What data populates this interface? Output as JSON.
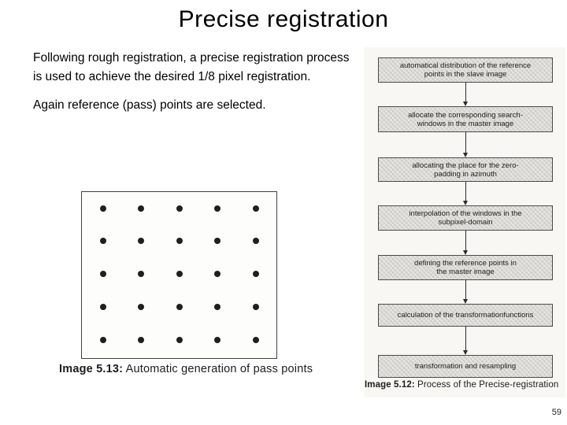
{
  "slide": {
    "title": "Precise registration",
    "page_number": "59"
  },
  "body": {
    "paragraph1": "Following rough registration, a precise registration process is used to achieve the desired 1/8 pixel registration.",
    "paragraph2": "Again reference (pass) points are selected."
  },
  "figure_pass_points": {
    "caption_label": "Image 5.13:",
    "caption_text": " Automatic generation of pass points",
    "grid": {
      "rows": 5,
      "cols": 5
    },
    "dot_color": "#1f1f1f"
  },
  "figure_flowchart": {
    "caption_label": "Image 5.12:",
    "caption_text": " Process of the Precise-registration",
    "box_fill": "#d8d7d2",
    "box_border": "#4a4a4a",
    "steps": [
      {
        "lines": [
          "automatical distribution of the reference",
          "points in the slave image"
        ]
      },
      {
        "lines": [
          "allocate the corresponding search-",
          "windows in the master image"
        ]
      },
      {
        "lines": [
          "allocating the place for the zero-",
          "padding in azimuth"
        ]
      },
      {
        "lines": [
          "interpolation of the windows in the",
          "subpixel-domain"
        ]
      },
      {
        "lines": [
          "defining the reference points in",
          "the master image"
        ]
      },
      {
        "lines": [
          "calculation of the transformationfunctions"
        ]
      },
      {
        "lines": [
          "transformation and resampling"
        ]
      }
    ]
  }
}
